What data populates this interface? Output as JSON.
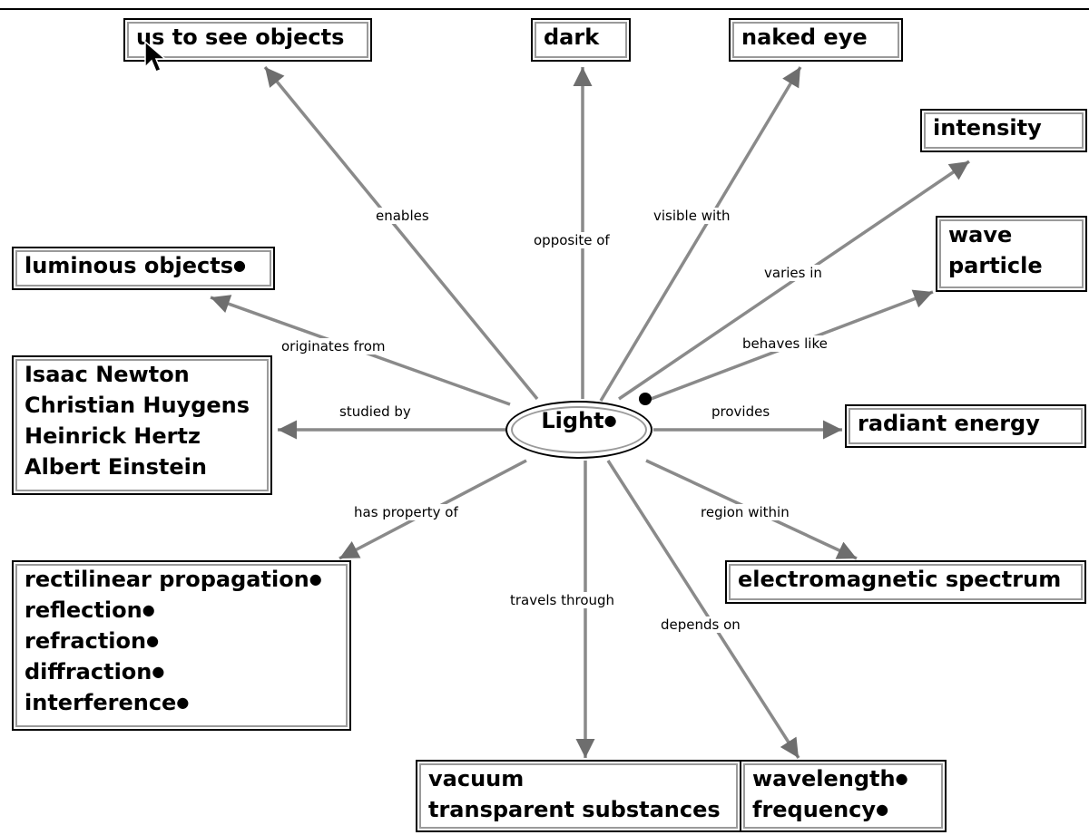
{
  "center": {
    "label": "Light",
    "marker": "●"
  },
  "nodes": {
    "see_objects": {
      "text": "us to see objects"
    },
    "dark": {
      "text": "dark"
    },
    "naked_eye": {
      "text": "naked eye"
    },
    "intensity": {
      "text": "intensity"
    },
    "wave_particle": {
      "lines": [
        "wave",
        "particle"
      ]
    },
    "luminous": {
      "text": "luminous objects",
      "marker": "●"
    },
    "scientists": {
      "lines": [
        "Isaac Newton",
        "Christian Huygens",
        "Heinrick Hertz",
        "Albert Einstein"
      ]
    },
    "radiant_energy": {
      "text": "radiant energy"
    },
    "em_spectrum": {
      "text": "electromagnetic spectrum"
    },
    "properties": {
      "lines": [
        "rectilinear propagation",
        "reflection",
        "refraction",
        "diffraction",
        "interference"
      ],
      "marker": "●"
    },
    "media": {
      "lines": [
        "vacuum",
        "transparent substances"
      ]
    },
    "wave_props": {
      "lines": [
        "wavelength",
        "frequency"
      ],
      "marker": "●"
    }
  },
  "links": {
    "enables": "enables",
    "opposite_of": "opposite of",
    "visible_with": "visible with",
    "varies_in": "varies in",
    "behaves_like": "behaves like",
    "originates_from": "originates from",
    "studied_by": "studied by",
    "provides": "provides",
    "region_within": "region within",
    "has_property_of": "has property of",
    "travels_through": "travels through",
    "depends_on": "depends on"
  },
  "colors": {
    "line": "#8a8a8a",
    "arrow": "#6e6e6e",
    "border": "#000000",
    "background": "#ffffff"
  },
  "icons": {
    "cursor": "arrow-cursor-icon",
    "handle": "selection-handle-icon"
  }
}
